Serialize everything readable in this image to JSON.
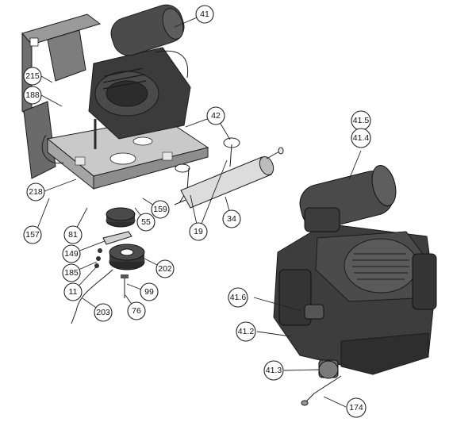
{
  "callouts": [
    {
      "id": "41",
      "label": "41"
    },
    {
      "id": "215",
      "label": "215"
    },
    {
      "id": "188",
      "label": "188"
    },
    {
      "id": "42",
      "label": "42"
    },
    {
      "id": "218",
      "label": "218"
    },
    {
      "id": "159",
      "label": "159"
    },
    {
      "id": "55",
      "label": "55"
    },
    {
      "id": "157",
      "label": "157"
    },
    {
      "id": "81",
      "label": "81"
    },
    {
      "id": "34",
      "label": "34"
    },
    {
      "id": "19",
      "label": "19"
    },
    {
      "id": "149",
      "label": "149"
    },
    {
      "id": "185",
      "label": "185"
    },
    {
      "id": "202",
      "label": "202"
    },
    {
      "id": "11",
      "label": "11"
    },
    {
      "id": "99",
      "label": "99"
    },
    {
      "id": "203",
      "label": "203"
    },
    {
      "id": "76",
      "label": "76"
    },
    {
      "id": "41.5",
      "label": "41.5"
    },
    {
      "id": "41.4",
      "label": "41.4"
    },
    {
      "id": "41.6",
      "label": "41.6"
    },
    {
      "id": "41.2",
      "label": "41.2"
    },
    {
      "id": "41.3",
      "label": "41.3"
    },
    {
      "id": "174",
      "label": "174"
    }
  ],
  "colors": {
    "engine_dark": "#3a3a3a",
    "engine_mid": "#5c5c5c",
    "frame_grey": "#8a8a8a",
    "frame_light": "#c4c4c4",
    "muffler": "#d9d9d9",
    "line": "#222222",
    "background": "#ffffff"
  }
}
